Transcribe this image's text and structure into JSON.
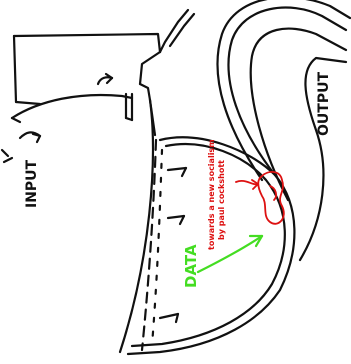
{
  "labels": {
    "input": "INPUT",
    "output": "OUTPUT",
    "data": "DATA",
    "book_title": "towards a new socialism",
    "book_author": "by paul cockshott"
  },
  "colors": {
    "ink": "#111111",
    "data_green": "#44dd22",
    "annotation_red": "#dd1111",
    "background": "#ffffff"
  }
}
